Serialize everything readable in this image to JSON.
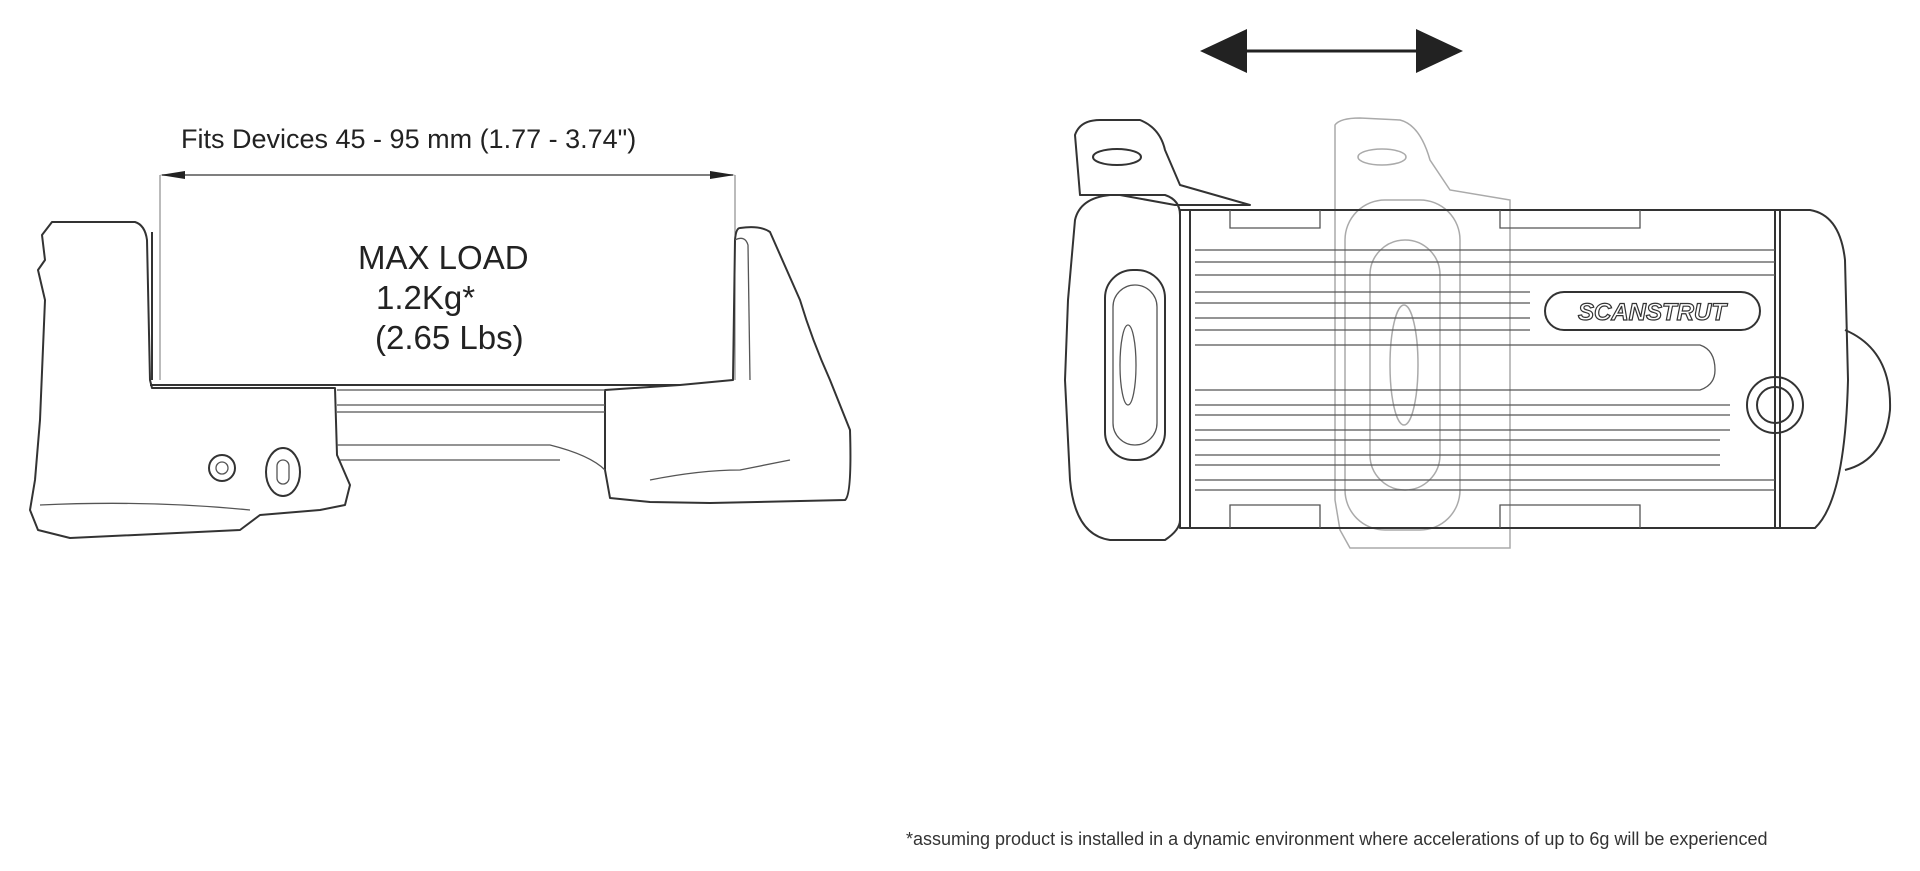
{
  "dimension": {
    "label": "Fits Devices 45 - 95 mm (1.77 -  3.74\")"
  },
  "max_load": {
    "title": "MAX LOAD",
    "kg": "1.2Kg*",
    "lbs": "(2.65 Lbs)"
  },
  "brand_logo": "SCANSTRUT",
  "footnote": "*assuming product is installed in a dynamic environment where accelerations of up to 6g will be experienced"
}
